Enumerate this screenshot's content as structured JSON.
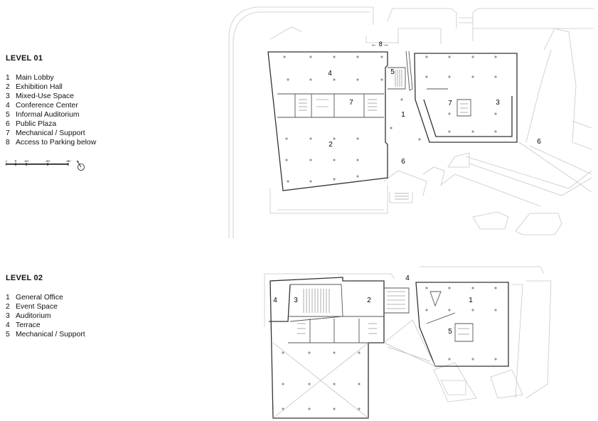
{
  "level01": {
    "title": "LEVEL 01",
    "items": [
      {
        "num": "1",
        "label": "Main Lobby"
      },
      {
        "num": "2",
        "label": "Exhibition Hall"
      },
      {
        "num": "3",
        "label": "Mixed-Use Space"
      },
      {
        "num": "4",
        "label": "Conference Center"
      },
      {
        "num": "5",
        "label": "Informal Auditorium"
      },
      {
        "num": "6",
        "label": "Public Plaza"
      },
      {
        "num": "7",
        "label": "Mechanical / Support"
      },
      {
        "num": "8",
        "label": "Access to Parking below"
      }
    ],
    "plan_labels": {
      "l1": "1",
      "l2": "2",
      "l3": "3",
      "l4": "4",
      "l5": "5",
      "l6": "6",
      "l7a": "7",
      "l7b": "7",
      "l8": "← 8→"
    }
  },
  "level02": {
    "title": "LEVEL 02",
    "items": [
      {
        "num": "1",
        "label": "General Office"
      },
      {
        "num": "2",
        "label": "Event Space"
      },
      {
        "num": "3",
        "label": "Auditorium"
      },
      {
        "num": "4",
        "label": "Terrace"
      },
      {
        "num": "5",
        "label": "Mechanical / Support"
      }
    ],
    "plan_labels": {
      "l1": "1",
      "l2": "2",
      "l3": "3",
      "l4a": "4",
      "l4b": "4",
      "l5": "5"
    }
  },
  "scale_bar": {
    "ticks": [
      "0",
      "5",
      "10",
      "20",
      "30"
    ],
    "icon": "north-arrow-icon"
  }
}
